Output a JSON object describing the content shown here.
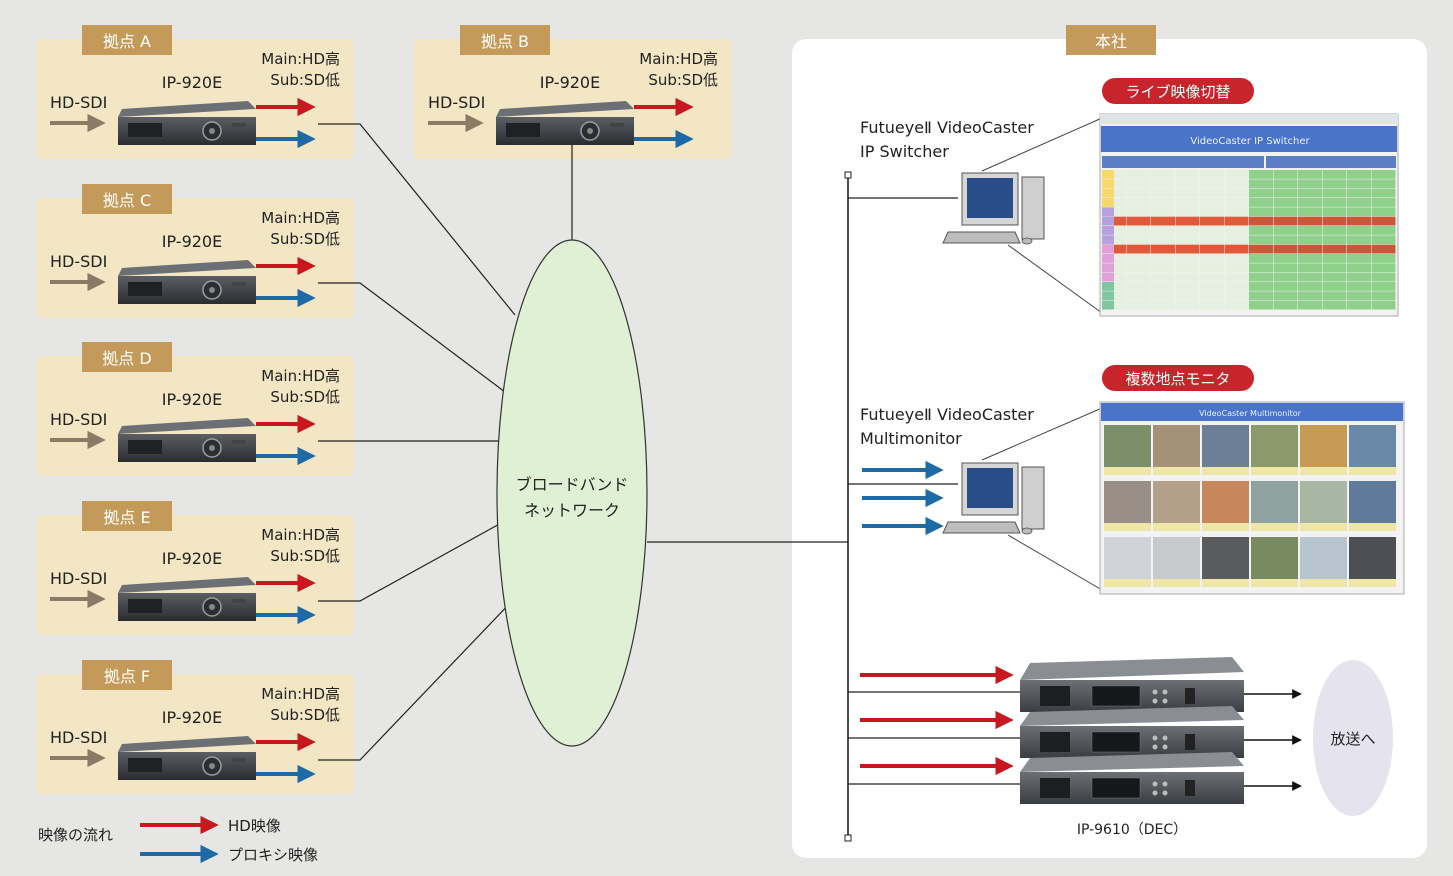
{
  "sites": [
    {
      "tab_label": "拠点 A",
      "model": "IP-920E",
      "main": "Main:HD高",
      "sub": "Sub:SD低",
      "input": "HD-SDI"
    },
    {
      "tab_label": "拠点 B",
      "model": "IP-920E",
      "main": "Main:HD高",
      "sub": "Sub:SD低",
      "input": "HD-SDI"
    },
    {
      "tab_label": "拠点 C",
      "model": "IP-920E",
      "main": "Main:HD高",
      "sub": "Sub:SD低",
      "input": "HD-SDI"
    },
    {
      "tab_label": "拠点 D",
      "model": "IP-920E",
      "main": "Main:HD高",
      "sub": "Sub:SD低",
      "input": "HD-SDI"
    },
    {
      "tab_label": "拠点 E",
      "model": "IP-920E",
      "main": "Main:HD高",
      "sub": "Sub:SD低",
      "input": "HD-SDI"
    },
    {
      "tab_label": "拠点 F",
      "model": "IP-920E",
      "main": "Main:HD高",
      "sub": "Sub:SD低",
      "input": "HD-SDI"
    }
  ],
  "network": {
    "line1": "ブロードバンド",
    "line2": "ネットワーク"
  },
  "hq": {
    "label": "本社",
    "switcher": {
      "badge": "ライブ映像切替",
      "name_line1": "FutueyeⅡ VideoCaster",
      "name_line2": "IP Switcher",
      "window_title": "VideoCaster IP Switcher"
    },
    "multimonitor": {
      "badge": "複数地点モニタ",
      "name_line1": "FutueyeⅡ VideoCaster",
      "name_line2": "Multimonitor",
      "window_title": "VideoCaster Multimonitor"
    },
    "decoder": {
      "label": "IP-9610（DEC）"
    },
    "broadcast": "放送へ"
  },
  "legend": {
    "title": "映像の流れ",
    "hd": "HD映像",
    "proxy": "プロキシ映像"
  },
  "colors": {
    "site_bg": "#f2e6c4",
    "tab_bg": "#c49a5a",
    "hd_arrow": "#c8171e",
    "proxy_arrow": "#1d6aa6",
    "input_arrow": "#8a7a66",
    "network_fill": "#dff0d4",
    "badge_bg": "#c8242b",
    "broadcast_fill": "#e4e3ee"
  }
}
